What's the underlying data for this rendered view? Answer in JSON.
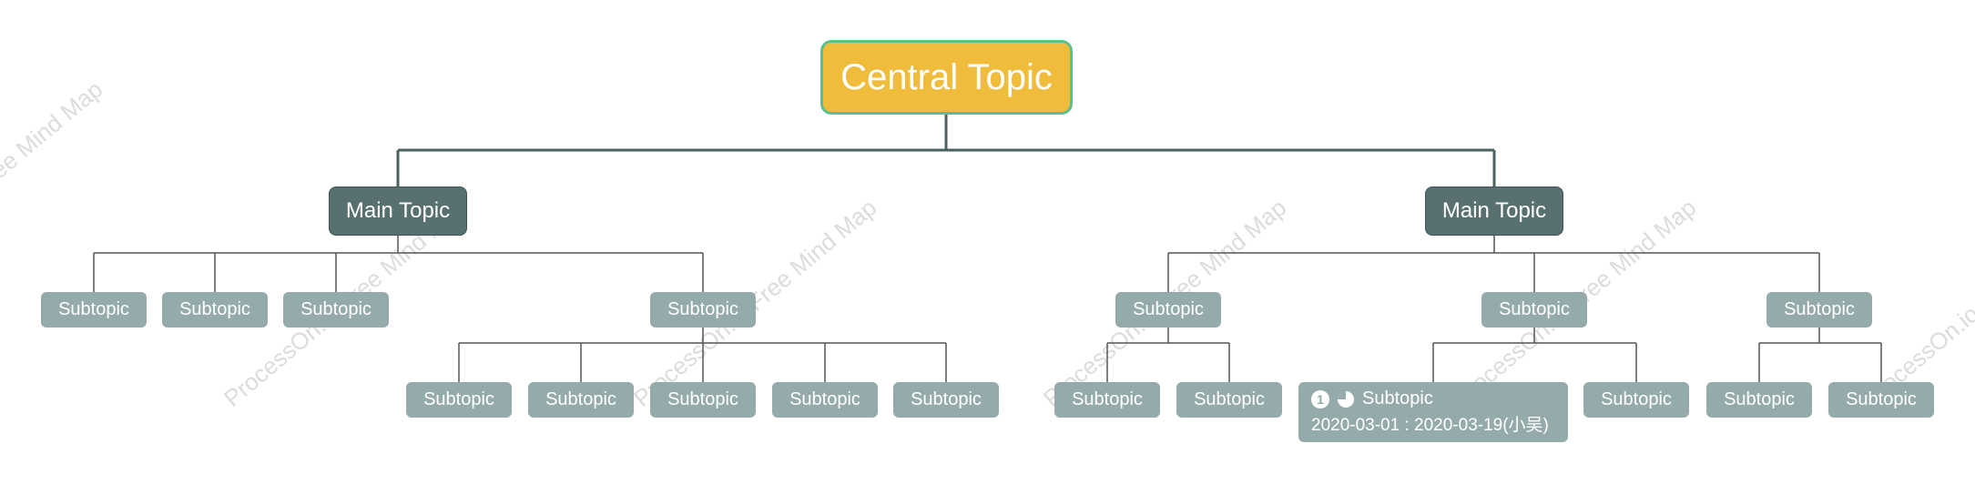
{
  "mindmap": {
    "central": "Central Topic",
    "main_left": "Main Topic",
    "main_right": "Main Topic",
    "subtopic_label": "Subtopic",
    "task": {
      "priority": "1",
      "label": "Subtopic",
      "date_range": "2020-03-01 : 2020-03-19(小吴)",
      "progress": 0.75
    }
  },
  "watermark": "ProcessOn.io Free Mind Map",
  "colors": {
    "central_fill": "#efbc3b",
    "central_border": "#5bbf8f",
    "main_fill": "#587070",
    "sub_fill": "#95abab",
    "connector": "#4a6262"
  }
}
